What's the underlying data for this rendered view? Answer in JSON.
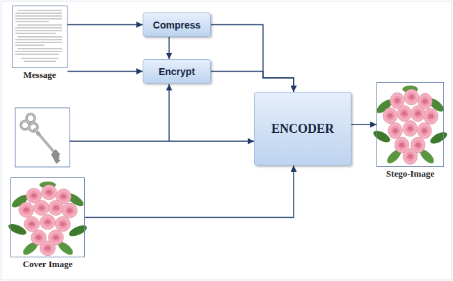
{
  "diagram": {
    "nodes": [
      {
        "text": [
          "Message"
        ]
      },
      {
        "text": [
          "Compress"
        ]
      },
      {
        "text": [
          "Encrypt"
        ]
      },
      {
        "text": [
          "ENCODER"
        ]
      },
      {
        "text": [
          "Stego-Image"
        ]
      },
      {
        "text": [
          "Cover Image"
        ]
      }
    ],
    "edges": [
      {
        "from": 0,
        "to": 1,
        "arrow": "to"
      },
      {
        "from": 0,
        "to": 2,
        "arrow": "to"
      },
      {
        "from": 1,
        "to": 2,
        "arrow": "to"
      },
      {
        "from": 1,
        "to": 3,
        "arrow": "to"
      },
      {
        "from": 2,
        "to": 3,
        "arrow": "to"
      },
      {
        "from": 3,
        "to": 4,
        "arrow": "to"
      },
      {
        "from": 5,
        "to": 3,
        "arrow": "to"
      }
    ]
  }
}
